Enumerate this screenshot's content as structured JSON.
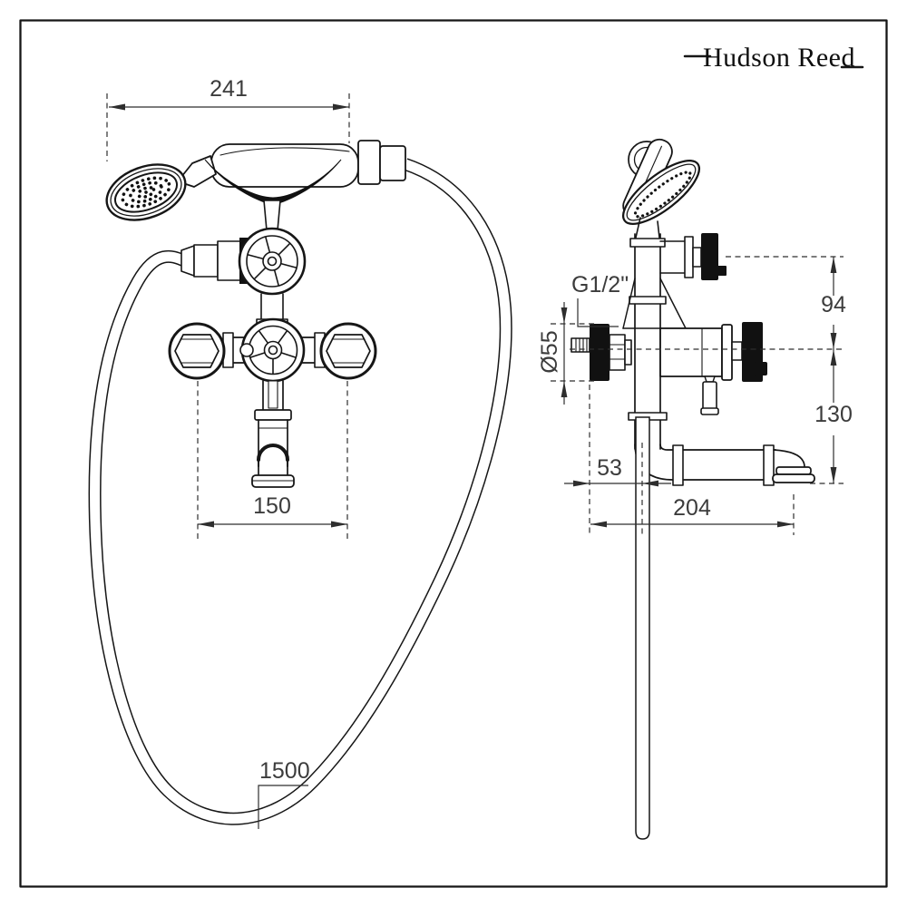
{
  "page": {
    "background_color": "#ffffff",
    "line_color": "#161616",
    "dimension_text_color": "#3c3c3c"
  },
  "brand": {
    "logo_text": "Hudson Reed"
  },
  "front_view": {
    "dim_overall_width": "241",
    "dim_valve_centres": "150",
    "dim_hose_length": "1500"
  },
  "side_view": {
    "dim_thread": "G1/2\"",
    "dim_escutcheon_diameter": "Ø55",
    "dim_diverter_above_centre": "94",
    "dim_centre_to_spout": "130",
    "dim_wall_to_hose": "53",
    "dim_spout_reach": "204"
  }
}
